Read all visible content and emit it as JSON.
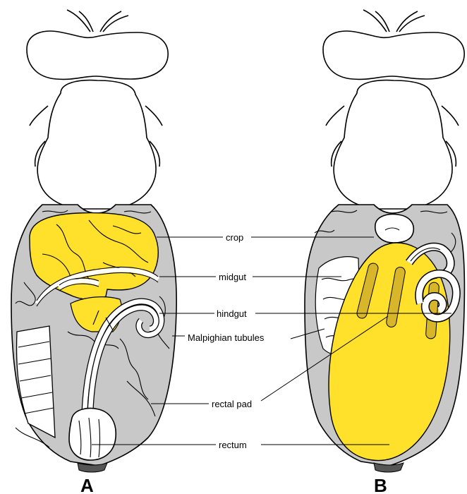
{
  "colors": {
    "yellow": "#ffe02a",
    "grey": "#c8c8c8",
    "outline": "#000000",
    "tip": "#555555"
  },
  "labels": {
    "crop": "crop",
    "midgut": "midgut",
    "hindgut": "hindgut",
    "malpighian": "Malpighian tubules",
    "rectal_pad": "rectal pad",
    "rectum": "rectum"
  },
  "panels": {
    "a": "A",
    "b": "B"
  }
}
